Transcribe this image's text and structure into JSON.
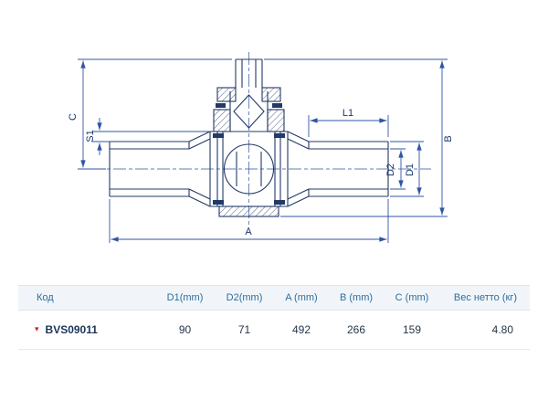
{
  "drawing": {
    "dim_labels": {
      "c": "C",
      "s1": "S1",
      "l1": "L1",
      "b": "B",
      "d1": "D1",
      "d2": "D2",
      "a": "A"
    }
  },
  "table": {
    "headers": {
      "code": "Код",
      "d1": "D1(mm)",
      "d2": "D2(mm)",
      "a": "A (mm)",
      "b": "B (mm)",
      "c": "C (mm)",
      "weight": "Вес нетто (кг)"
    },
    "row": {
      "marker": "▾",
      "code": "BVS09011",
      "d1": "90",
      "d2": "71",
      "a": "492",
      "b": "266",
      "c": "159",
      "weight": "4.80"
    }
  },
  "colors": {
    "geometry_line": "#223a66",
    "dimension_line": "#2f55a4",
    "header_text": "#2e6e9e",
    "code_text": "#1a3558",
    "accent_red": "#cc2222"
  }
}
